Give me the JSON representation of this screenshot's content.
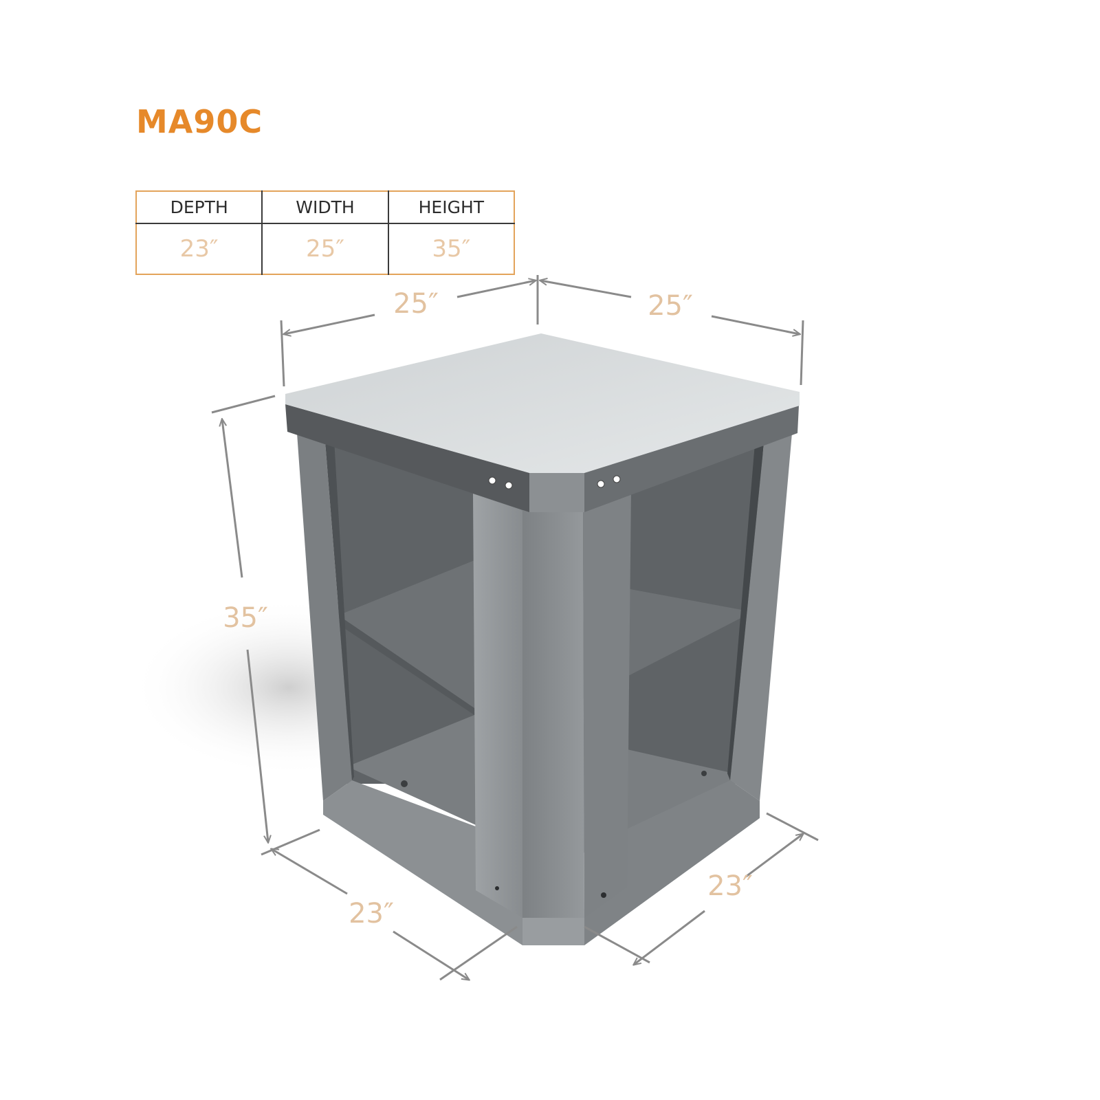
{
  "title": "MA90C",
  "spec_table": {
    "headers": [
      "DEPTH",
      "WIDTH",
      "HEIGHT"
    ],
    "values": [
      "23″",
      "25″",
      "35″"
    ]
  },
  "dimensions": {
    "top_left_width": "25″",
    "top_right_width": "25″",
    "height": "35″",
    "bottom_left_depth": "23″",
    "bottom_right_depth": "23″"
  },
  "colors": {
    "title": "#e6892a",
    "table_border": "#e3a35a",
    "value_text": "#e8c8a6",
    "dimension_line": "#8a8a8a",
    "cabinet_body": "#8c8f92",
    "countertop": "#d8dcde"
  }
}
